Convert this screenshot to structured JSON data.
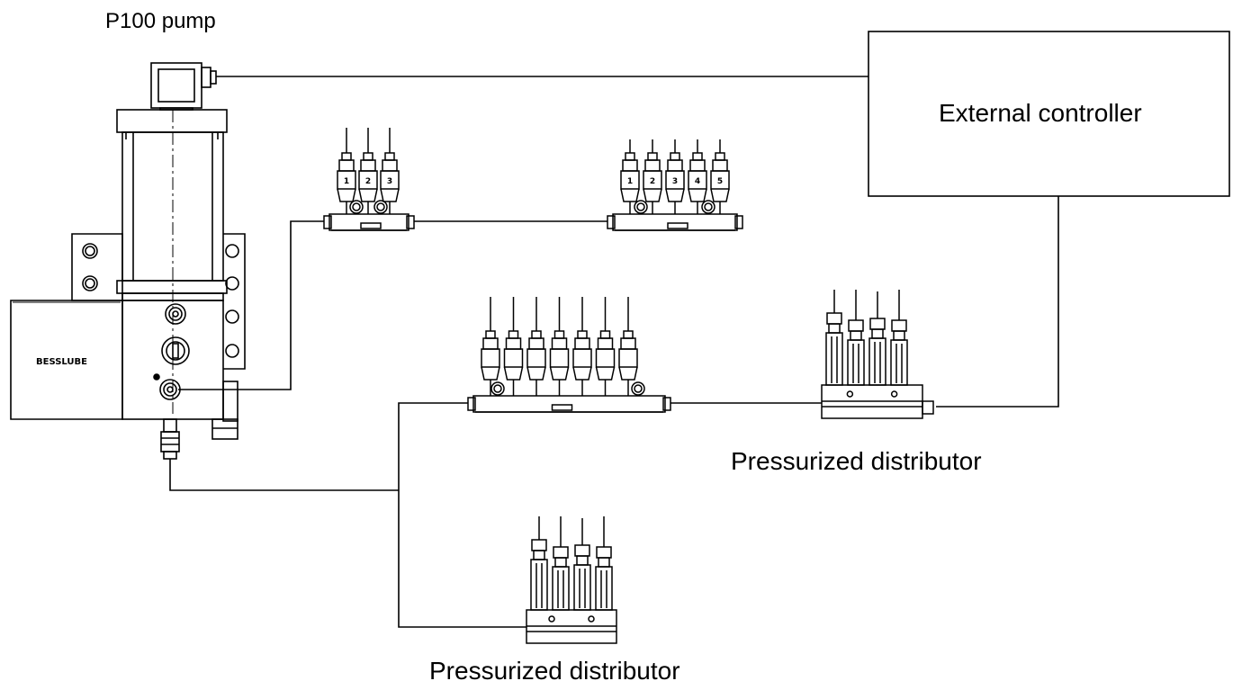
{
  "labels": {
    "pump_title": "P100 pump",
    "controller": "External controller",
    "distributor_right": "Pressurized distributor",
    "distributor_bottom": "Pressurized distributor",
    "brand": "BESSLUBE"
  },
  "progressive_distributors": [
    {
      "id": "small",
      "outlets": [
        "1",
        "2",
        "3"
      ]
    },
    {
      "id": "medium",
      "outlets": [
        "1",
        "2",
        "3",
        "4",
        "5"
      ]
    },
    {
      "id": "large",
      "outlets": [
        "",
        "",
        "",
        "",
        "",
        "",
        ""
      ]
    }
  ]
}
